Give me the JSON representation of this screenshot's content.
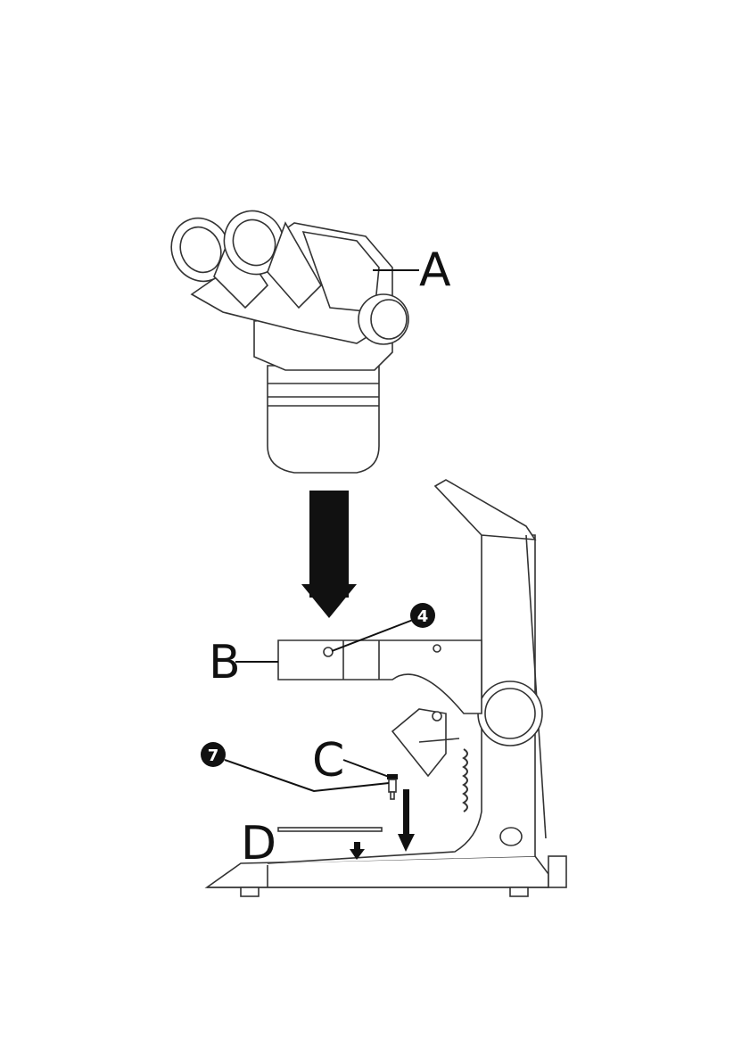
{
  "labels": {
    "a": "A",
    "b": "B",
    "c": "C",
    "d": "D"
  },
  "callouts": {
    "four": "4",
    "seven": "7"
  },
  "colors": {
    "ink": "#111111",
    "outline": "#333333",
    "background": "#ffffff"
  }
}
